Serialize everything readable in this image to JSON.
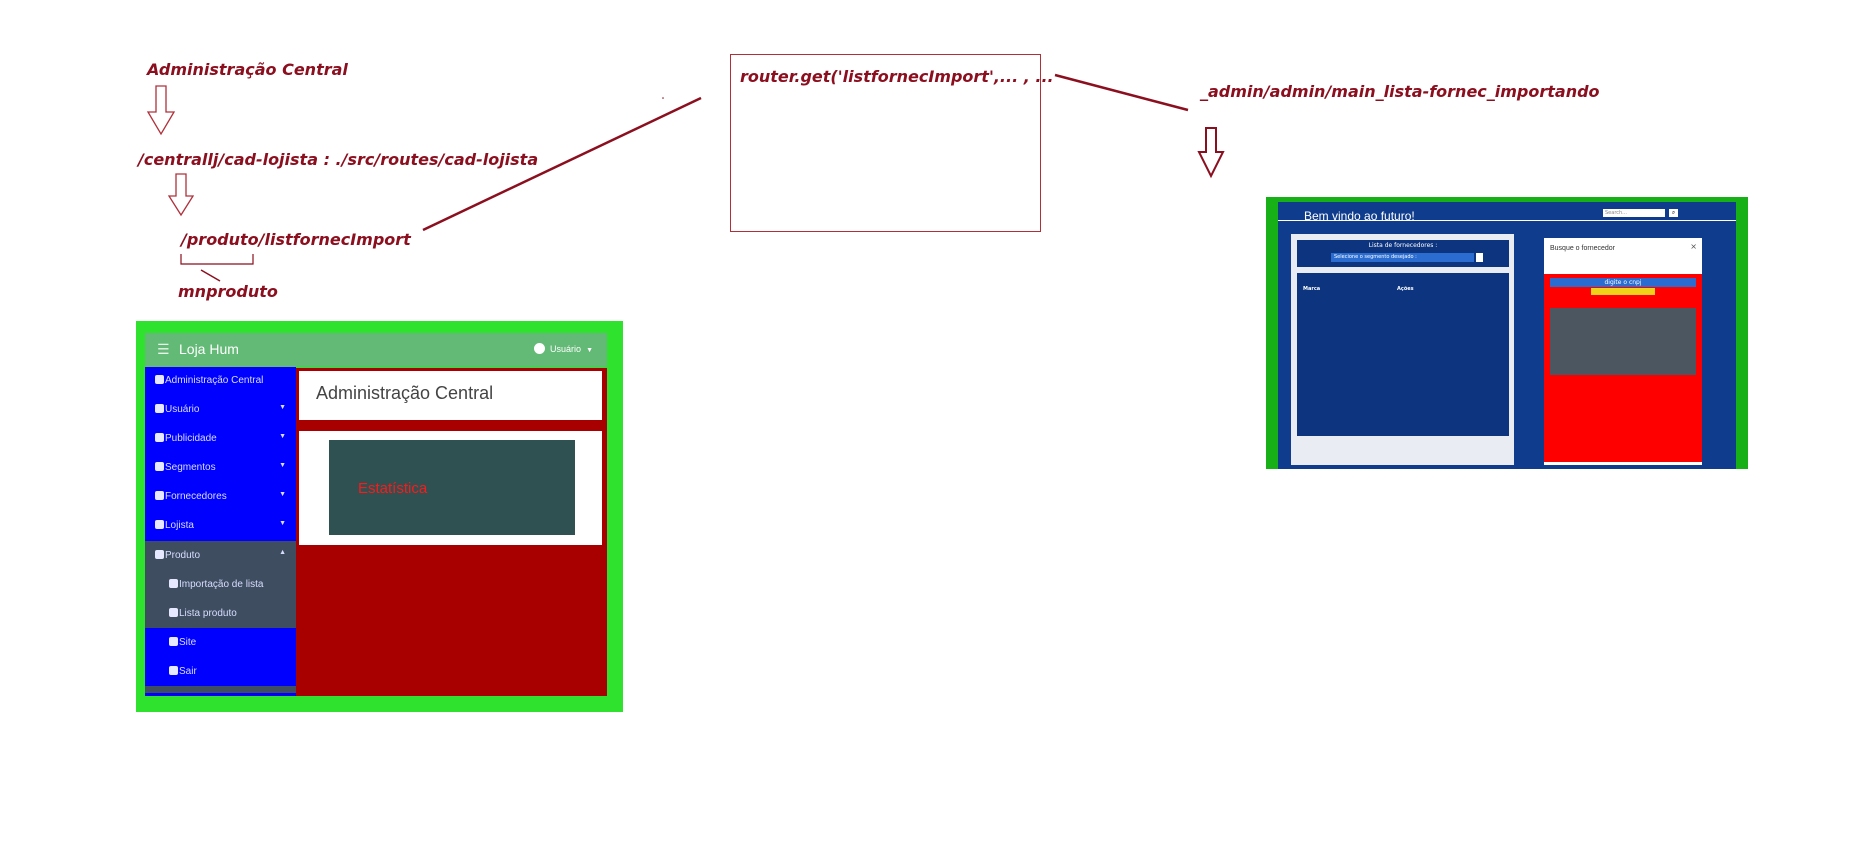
{
  "annotations": {
    "admin_central": "Administração Central",
    "route_file": "/centrallj/cad-lojista : ./src/routes/cad-lojista",
    "route_path": "/produto/listfornecImport",
    "mnproduto": "mnproduto",
    "router_get": "router.get('listfornecImport',... , ...",
    "view_path": "_admin/admin/main_lista-fornec_importando"
  },
  "left_screenshot": {
    "menu_icon": "☰",
    "brand": "Loja Hum",
    "user_label": "Usuário",
    "sidebar_items": [
      {
        "icon": "dashboard-icon",
        "label": "Administração Central",
        "has_arrow": false
      },
      {
        "icon": "user-icon",
        "label": "Usuário",
        "has_arrow": true
      },
      {
        "icon": "home-icon",
        "label": "Publicidade",
        "has_arrow": true
      },
      {
        "icon": "home-icon",
        "label": "Segmentos",
        "has_arrow": true
      },
      {
        "icon": "home-icon",
        "label": "Fornecedores",
        "has_arrow": true
      },
      {
        "icon": "home-icon",
        "label": "Lojista",
        "has_arrow": true
      }
    ],
    "produto_menu": {
      "label": "Produto",
      "subitems": [
        "Importação de lista",
        "Lista produto"
      ]
    },
    "bottom_items": [
      {
        "icon": "site-icon",
        "label": "Site"
      },
      {
        "icon": "logout-icon",
        "label": "Sair"
      }
    ],
    "header_title": "Administração Central",
    "stat_label": "Estatística"
  },
  "right_screenshot": {
    "welcome": "Bem vindo ao futuro!",
    "search_placeholder": "Search...",
    "supplier_list_title": "Lista de fornecedores :",
    "segment_select": "Selecione o segmento desejado :",
    "table_headers": [
      "Marca",
      "Ações"
    ],
    "modal_title": "Busque o fornecedor",
    "modal_close": "×",
    "cnpj_placeholder": "digite o cnpj"
  },
  "colors": {
    "annotation": "#8b0f1e",
    "left_frame": "#2ee22e",
    "sidebar": "#0000ff",
    "content": "#a80000",
    "right_frame": "#17b117",
    "right_inner": "#0f3c8c"
  }
}
